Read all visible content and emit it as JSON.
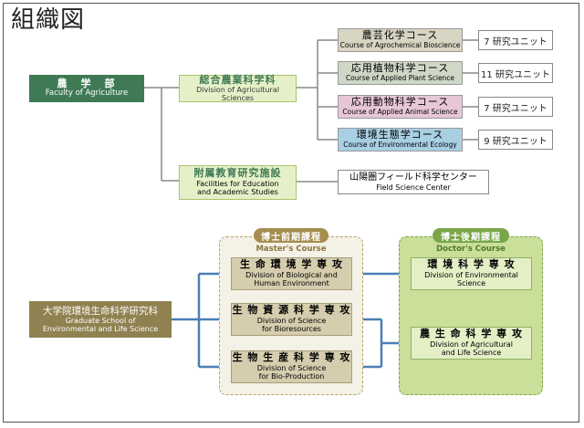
{
  "title": "組織図",
  "faculty": {
    "jp": "農　学　部",
    "en": "Faculty of Agriculture"
  },
  "division": {
    "jp": "総合農業科学科",
    "en": "Division of Agricultural Sciences"
  },
  "courses": [
    {
      "jp": "農芸化学コース",
      "en": "Course of Agrochemical Bioscience",
      "units": "7 研究ユニット"
    },
    {
      "jp": "応用植物科学コース",
      "en": "Course of Applied Plant Science",
      "units": "11 研究ユニット"
    },
    {
      "jp": "応用動物科学コース",
      "en": "Course of Applied Animal Science",
      "units": "7 研究ユニット"
    },
    {
      "jp": "環境生態学コース",
      "en": "Course of Environmental Ecology",
      "units": "9 研究ユニット"
    }
  ],
  "facility": {
    "jp": "附属教育研究施設",
    "en1": "Facilities for Education",
    "en2": "and Academic Studies"
  },
  "field_center": {
    "jp": "山陽圏フィールド科学センター",
    "en": "Field Science Center"
  },
  "grad_school": {
    "jp": "大学院環境生命科学研究科",
    "en1": "Graduate School of",
    "en2": "Environmental and Life Science"
  },
  "master": {
    "tag": "博士前期課程",
    "label": "Master's Course",
    "items": [
      {
        "jp": "生 命 環 境 学 専 攻",
        "en1": "Division of Biological and",
        "en2": "Human Environment"
      },
      {
        "jp": "生 物 資 源 科 学 専 攻",
        "en1": "Division of Science",
        "en2": "for Bioresources"
      },
      {
        "jp": "生 物 生 産 科 学 専 攻",
        "en1": "Division of Science",
        "en2": "for Bio-Production"
      }
    ]
  },
  "doctor": {
    "tag": "博士後期課程",
    "label": "Doctor's Course",
    "items": [
      {
        "jp": "環 境 科 学 専 攻",
        "en1": "Division of Environmental",
        "en2": "Science"
      },
      {
        "jp": "農 生 命 科 学 専 攻",
        "en1": "Division of Agricultural",
        "en2": "and Life Science"
      }
    ]
  },
  "colors": {
    "faculty": "#3f7a55",
    "division_bg": "#e6f0c8",
    "division_border": "#a8c46a",
    "course1": "#d9d5c3",
    "course2": "#cfd8c7",
    "course3": "#e7c7d7",
    "course4": "#a9cfe3",
    "grad": "#8f8150",
    "master_box": "#d5cdae",
    "master_tag": "#a48d4e",
    "doctor_bg": "#c9df9a",
    "doctor_box": "#e4efc6",
    "doctor_tag": "#7aa64a",
    "line_gray": "#888888",
    "line_blue": "#4a7fb5"
  }
}
